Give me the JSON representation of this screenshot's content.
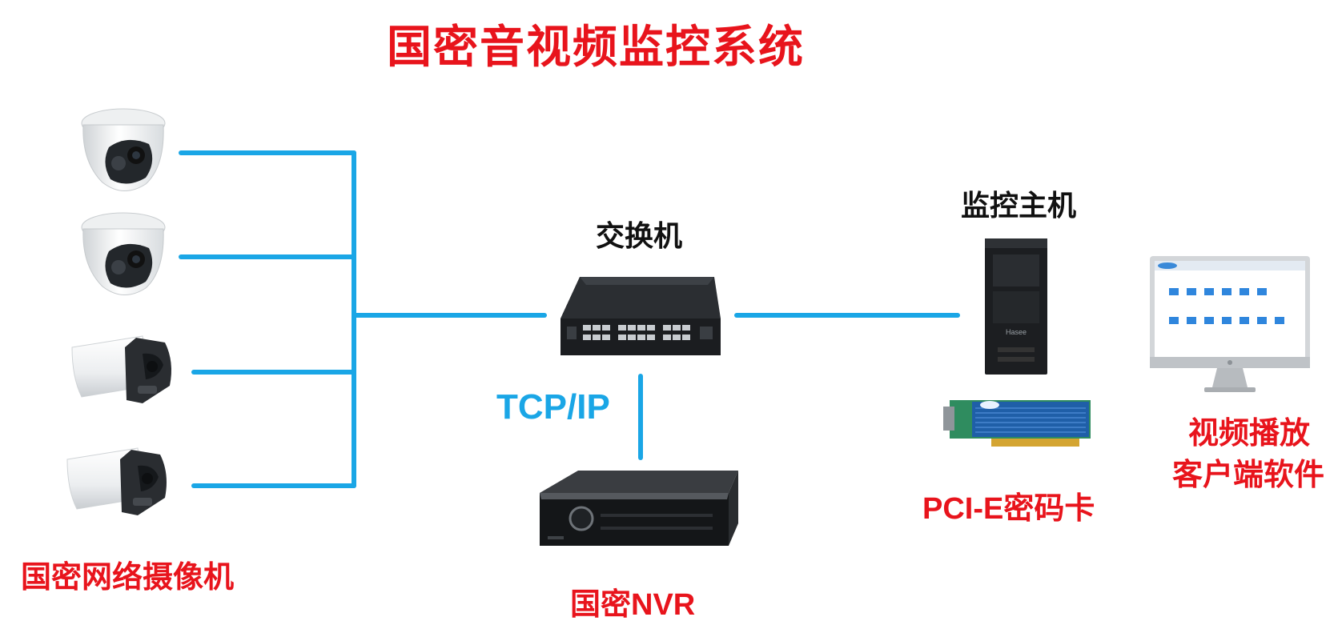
{
  "title": "国密音视频监控系统",
  "labels": {
    "switch": "交换机",
    "host": "监控主机",
    "protocol": "TCP/IP",
    "cameras": "国密网络摄像机",
    "nvr": "国密NVR",
    "pcie_card": "PCI-E密码卡",
    "client_line1": "视频播放",
    "client_line2": "客户端软件"
  },
  "colors": {
    "title": "#e8141c",
    "wire": "#1aa6e6",
    "label_red": "#e8141c",
    "label_black": "#111111"
  },
  "icons": [
    "dome-camera-icon",
    "dome-camera-icon",
    "bullet-camera-icon",
    "bullet-camera-icon",
    "network-switch-icon",
    "nvr-recorder-icon",
    "tower-pc-icon",
    "pcie-crypto-card-icon",
    "monitor-client-icon"
  ]
}
